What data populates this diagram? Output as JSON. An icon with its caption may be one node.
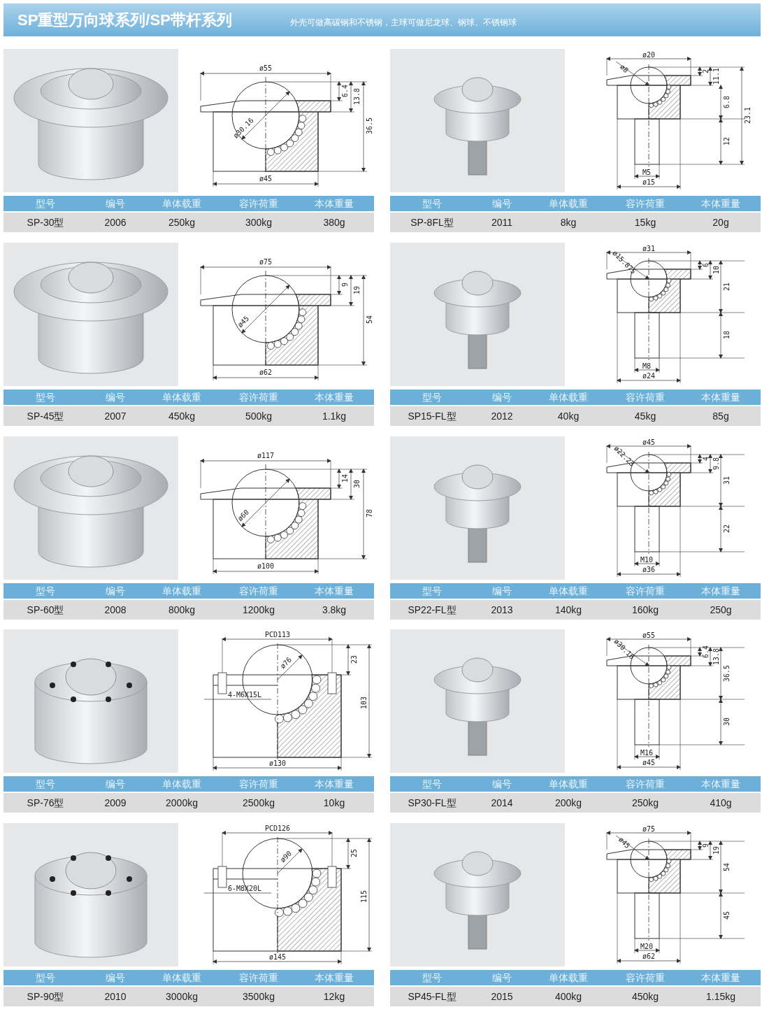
{
  "diagram": {
    "title": "SP重型万向球系列/SP带杆系列",
    "nodes": [
      {
        "text": [],
        "shape": "picture"
      },
      {
        "text": [
          "ø55",
          "6.4",
          "13.8",
          "36.5",
          "ø30.16",
          "ø45"
        ]
      },
      {
        "text": [
          "型号",
          "编号",
          "单体载重",
          "容许荷重",
          "本体重量"
        ]
      },
      {
        "text": [
          "SP-30型",
          "2006",
          "250kg",
          "300kg",
          "380g"
        ]
      },
      {
        "text": [],
        "shape": "picture"
      },
      {
        "text": [
          "ø8",
          "ø20",
          "2",
          "11.1",
          "6.8",
          "23.1",
          "12",
          "M5",
          "ø15"
        ]
      },
      {
        "text": [
          "型号",
          "编号",
          "单体载重",
          "容许荷重",
          "本体重量"
        ]
      },
      {
        "text": [
          "SP-8FL型",
          "2011",
          "8kg",
          "15kg",
          "20g"
        ]
      },
      {
        "text": [],
        "shape": "picture"
      },
      {
        "text": [
          "ø75",
          "9",
          "19",
          "54",
          "ø45",
          "ø62"
        ]
      },
      {
        "text": [
          "型号",
          "编号",
          "单体载重",
          "容许荷重",
          "本体重量"
        ]
      },
      {
        "text": [
          "SP-45型",
          "2007",
          "450kg",
          "500kg",
          "1.1kg"
        ]
      },
      {
        "text": [],
        "shape": "picture"
      },
      {
        "text": [
          "ø31",
          "ø15.875",
          "6",
          "10",
          "21",
          "18",
          "M8",
          "ø24"
        ]
      },
      {
        "text": [
          "型号",
          "编号",
          "单体载重",
          "容许荷重",
          "本体重量"
        ]
      },
      {
        "text": [
          "SP15-FL型",
          "2012",
          "40kg",
          "45kg",
          "85g"
        ]
      },
      {
        "text": [],
        "shape": "picture"
      },
      {
        "text": [
          "ø117",
          "14",
          "30",
          "78",
          "ø60",
          "ø100"
        ]
      },
      {
        "text": [
          "型号",
          "编号",
          "单体载重",
          "容许荷重",
          "本体重量"
        ]
      },
      {
        "text": [
          "SP-60型",
          "2008",
          "800kg",
          "1200kg",
          "3.8kg"
        ]
      },
      {
        "text": [],
        "shape": "picture"
      },
      {
        "text": [
          "ø45",
          "4",
          "9.8",
          "ø22.23",
          "31",
          "22",
          "M10",
          "ø36"
        ]
      },
      {
        "text": [
          "型号",
          "编号",
          "单体载重",
          "容许荷重",
          "本体重量"
        ]
      },
      {
        "text": [
          "SP22-FL型",
          "2013",
          "140kg",
          "160kg",
          "250g"
        ]
      },
      {
        "text": [],
        "shape": "picture"
      },
      {
        "text": [
          "PCD113",
          "23",
          "ø76",
          "4-M6X15L",
          "103",
          "ø130"
        ]
      },
      {
        "text": [
          "型号",
          "编号",
          "单体载重",
          "容许荷重",
          "本体重量"
        ]
      },
      {
        "text": [
          "SP-76型",
          "2009",
          "2000kg",
          "2500kg",
          "10kg"
        ]
      },
      {
        "text": [],
        "shape": "picture"
      },
      {
        "text": [
          "ø55",
          "6.4",
          "13.8",
          "ø30.16",
          "36.5",
          "30",
          "M16",
          "ø45"
        ]
      },
      {
        "text": [
          "型号",
          "编号",
          "单体载重",
          "容许荷重",
          "本体重量"
        ]
      },
      {
        "text": [
          "SP30-FL型",
          "2014",
          "200kg",
          "250kg",
          "410g"
        ]
      },
      {
        "text": [],
        "shape": "picture"
      },
      {
        "text": [
          "PCD126",
          "25",
          "ø90",
          "6-M8X20L",
          "115",
          "ø145"
        ]
      },
      {
        "text": [
          "型号",
          "编号",
          "单体载重",
          "容许荷重",
          "本体重量"
        ]
      },
      {
        "text": [
          "SP-90型",
          "2010",
          "3000kg",
          "3500kg",
          "12kg"
        ]
      },
      {
        "text": [],
        "shape": "picture"
      },
      {
        "text": [
          "ø75",
          "9",
          "19",
          "ø45",
          "54",
          "45",
          "M20",
          "ø62"
        ]
      },
      {
        "text": [
          "型号",
          "编号",
          "单体载重",
          "容许荷重",
          "本体重量"
        ]
      },
      {
        "text": [
          "SP45-FL型",
          "2015",
          "400kg",
          "450kg",
          "1.15kg"
        ]
      }
    ],
    "labels": [
      "外壳可做高碳钢和不锈钢，主球可做尼龙球、钢球、不锈钢球"
    ]
  }
}
